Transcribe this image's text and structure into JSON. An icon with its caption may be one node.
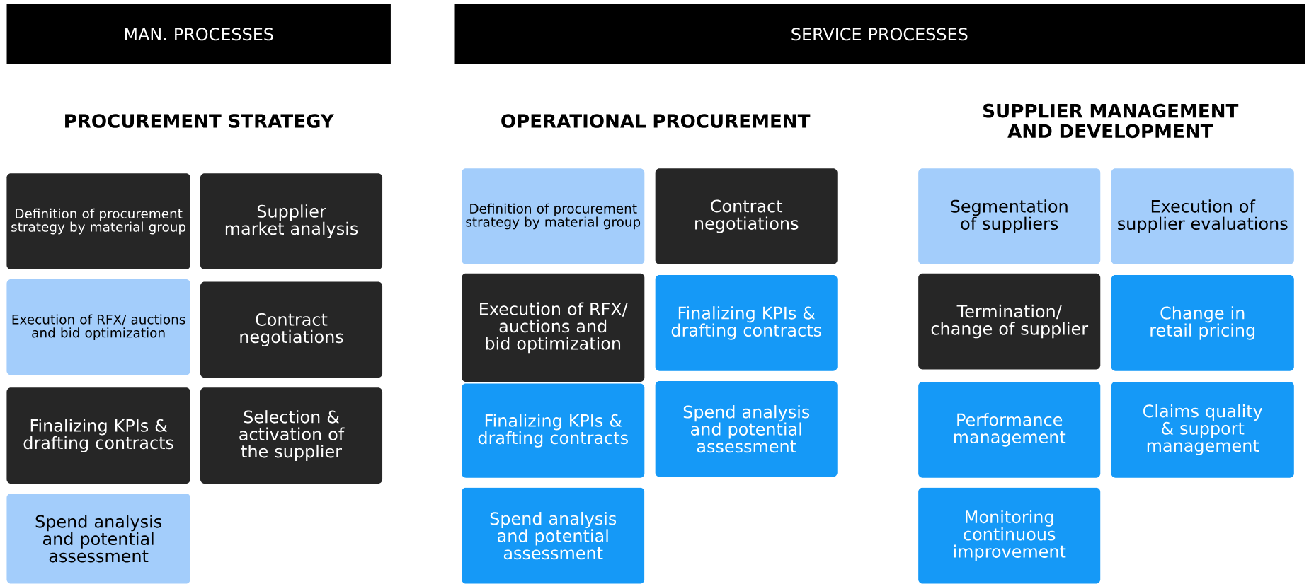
{
  "diagram": {
    "nodes": [
      {
        "text": [
          "MAN. PROCESSES"
        ]
      },
      {
        "text": [
          "SERVICE PROCESSES"
        ]
      },
      {
        "text": [
          "Definition of procurement strategy by material group"
        ]
      },
      {
        "text": [
          "Supplier market analysis"
        ]
      },
      {
        "text": [
          "Execution of RFX/ auctions and bid optimization"
        ]
      },
      {
        "text": [
          "Contract negotiations"
        ]
      },
      {
        "text": [
          "Finalizing KPIs & drafting contracts"
        ]
      },
      {
        "text": [
          "Selection & activation of the supplier"
        ]
      },
      {
        "text": [
          "Spend analysis and potential assessment"
        ]
      },
      {
        "text": [
          "Definition of procurement strategy by material group"
        ]
      },
      {
        "text": [
          "Contract negotiations"
        ]
      },
      {
        "text": [
          "Execution of RFX/ auctions and bid optimization"
        ]
      },
      {
        "text": [
          "Finalizing KPIs & drafting contracts"
        ]
      },
      {
        "text": [
          "Finalizing KPIs & drafting contracts"
        ]
      },
      {
        "text": [
          "Spend analysis and potential assessment"
        ]
      },
      {
        "text": [
          "Spend analysis and potential assessment"
        ]
      },
      {
        "text": [
          "Segmentation of suppliers"
        ]
      },
      {
        "text": [
          "Execution of supplier evaluations"
        ]
      },
      {
        "text": [
          "Termination/ change of supplier"
        ]
      },
      {
        "text": [
          "Change in retail pricing"
        ]
      },
      {
        "text": [
          "Performance management"
        ]
      },
      {
        "text": [
          "Claims quality & support management"
        ]
      },
      {
        "text": [
          "Monitoring continuous improvement"
        ]
      }
    ],
    "labels": [
      "PROCUREMENT STRATEGY",
      "OPERATIONAL PROCUREMENT",
      "SUPPLIER MANAGEMENT AND DEVELOPMENT"
    ]
  }
}
